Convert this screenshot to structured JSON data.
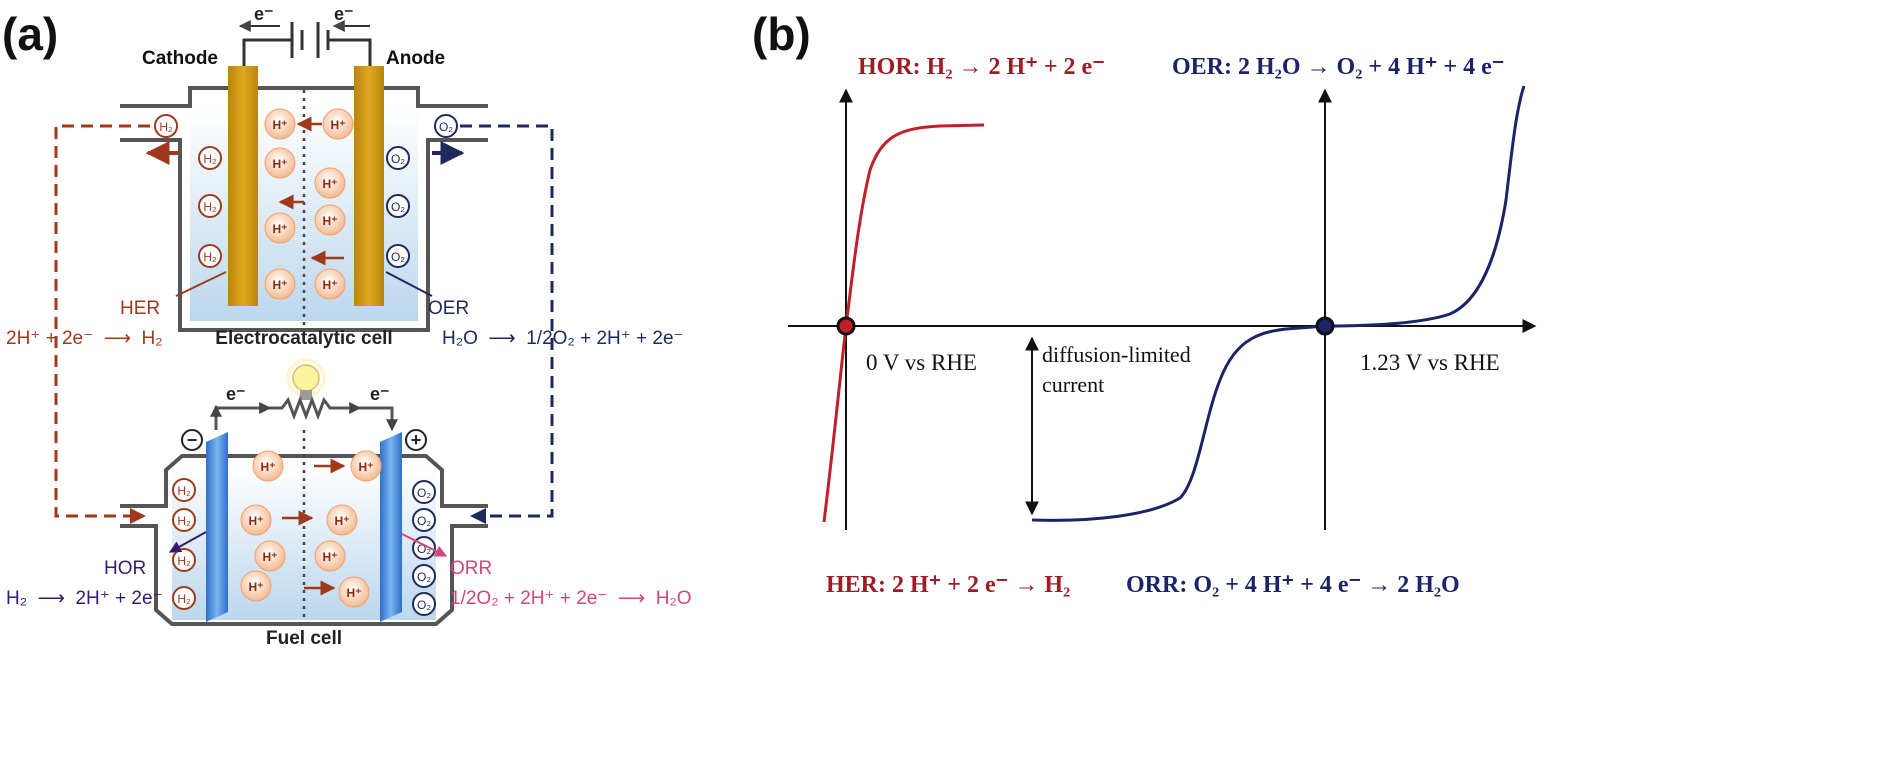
{
  "panel_a": {
    "label": "(a)",
    "electrons": {
      "left": "e⁻",
      "right": "e⁻"
    },
    "cathode_label": "Cathode",
    "anode_label": "Anode",
    "h2": "H₂",
    "o2": "O₂",
    "hplus": "H⁺",
    "her": "HER",
    "oer": "OER",
    "her_eq": "2H⁺ + 2e⁻  ⟶  H₂",
    "oer_eq": "H₂O  ⟶  1/2O₂ + 2H⁺ + 2e⁻",
    "electrocatalytic_title": "Electrocatalytic cell",
    "fc_electrons": {
      "left": "e⁻",
      "right": "e⁻"
    },
    "minus": "−",
    "plus": "+",
    "hor": "HOR",
    "orr": "ORR",
    "hor_eq": "H₂  ⟶  2H⁺ + 2e⁻",
    "orr_eq": "1/2O₂ + 2H⁺ + 2e⁻  ⟶  H₂O",
    "fuel_title": "Fuel cell"
  },
  "panel_b": {
    "label": "(b)",
    "hor_eq": "HOR: H₂ → 2 H⁺ + 2 e⁻",
    "oer_eq": "OER: 2 H₂O → O₂ + 4 H⁺ + 4 e⁻",
    "her_eq": "HER: 2 H⁺ + 2 e⁻ → H₂",
    "orr_eq": "ORR: O₂ + 4 H⁺ + 4 e⁻ → 2 H₂O",
    "zero_v": "0 V vs RHE",
    "oer_v": "1.23 V vs RHE",
    "diffusion_1": "diffusion-limited",
    "diffusion_2": "current"
  },
  "colors": {
    "her": "#a0391c",
    "oer": "#1d2a5c",
    "hor": "#3a1a6e",
    "orr": "#d6447a",
    "electrode_gold": "#d29c14",
    "electrode_blue": "#4f93e0",
    "curve_red": "#c0202a",
    "curve_blue": "#1a2466"
  }
}
